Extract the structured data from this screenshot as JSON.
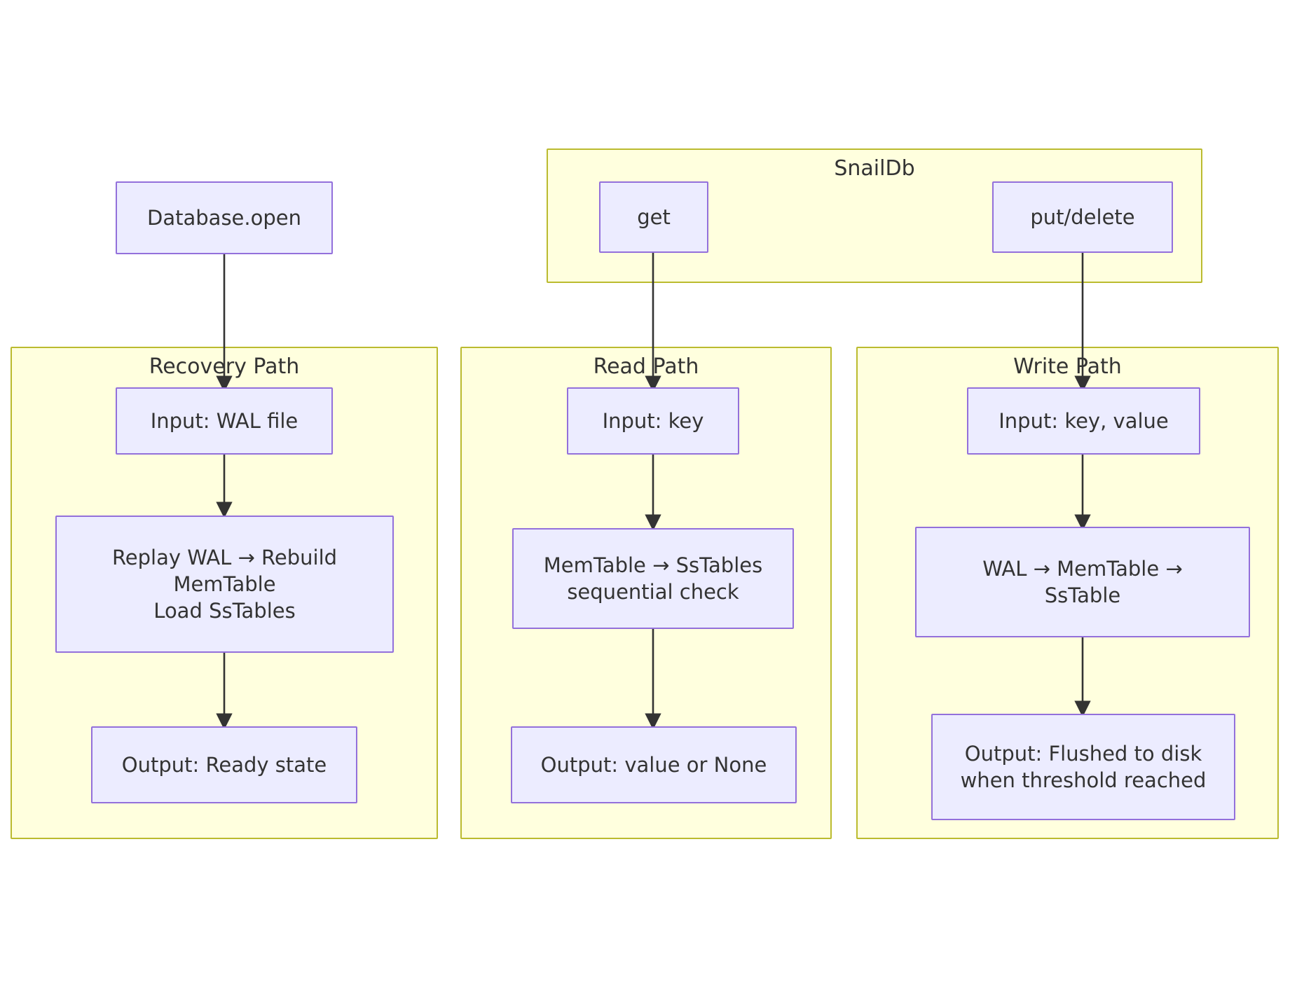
{
  "diagram": {
    "title": "SnailDb architecture flowchart",
    "colors": {
      "cluster_fill": "#ffffde",
      "cluster_stroke": "#bbbb2f",
      "node_fill": "#ececff",
      "node_stroke": "#9370db",
      "edge_stroke": "#333333",
      "text": "#333333",
      "background": "#ffffff"
    },
    "clusters": [
      {
        "id": "snaildb",
        "label": "SnailDb"
      },
      {
        "id": "recovery",
        "label": "Recovery Path"
      },
      {
        "id": "read",
        "label": "Read Path"
      },
      {
        "id": "write",
        "label": "Write Path"
      }
    ],
    "nodes": [
      {
        "id": "database-open",
        "label": "Database.open",
        "cluster": null
      },
      {
        "id": "get",
        "label": "get",
        "cluster": "snaildb"
      },
      {
        "id": "put-delete",
        "label": "put/delete",
        "cluster": "snaildb"
      },
      {
        "id": "recovery-input",
        "label": "Input: WAL file",
        "cluster": "recovery"
      },
      {
        "id": "recovery-process",
        "label": "Replay WAL → Rebuild MemTable\nLoad SsTables",
        "cluster": "recovery"
      },
      {
        "id": "recovery-output",
        "label": "Output: Ready state",
        "cluster": "recovery"
      },
      {
        "id": "read-input",
        "label": "Input: key",
        "cluster": "read"
      },
      {
        "id": "read-process",
        "label": "MemTable → SsTables sequential check",
        "cluster": "read"
      },
      {
        "id": "read-output",
        "label": "Output: value or None",
        "cluster": "read"
      },
      {
        "id": "write-input",
        "label": "Input: key, value",
        "cluster": "write"
      },
      {
        "id": "write-process",
        "label": "WAL → MemTable → SsTable",
        "cluster": "write"
      },
      {
        "id": "write-output",
        "label": "Output: Flushed to disk when threshold reached",
        "cluster": "write"
      }
    ],
    "edges": [
      {
        "from": "database-open",
        "to": "recovery-input"
      },
      {
        "from": "recovery-input",
        "to": "recovery-process"
      },
      {
        "from": "recovery-process",
        "to": "recovery-output"
      },
      {
        "from": "get",
        "to": "read-input"
      },
      {
        "from": "read-input",
        "to": "read-process"
      },
      {
        "from": "read-process",
        "to": "read-output"
      },
      {
        "from": "put-delete",
        "to": "write-input"
      },
      {
        "from": "write-input",
        "to": "write-process"
      },
      {
        "from": "write-process",
        "to": "write-output"
      }
    ],
    "labels": {
      "database_open": "Database.open",
      "get": "get",
      "put_delete": "put/delete",
      "snaildb": "SnailDb",
      "recovery_path": "Recovery Path",
      "read_path": "Read Path",
      "write_path": "Write Path",
      "recovery_input": "Input: WAL file",
      "recovery_process_line1": "Replay WAL → Rebuild",
      "recovery_process_line2": "MemTable",
      "recovery_process_line3": "Load SsTables",
      "recovery_output": "Output: Ready state",
      "read_input": "Input: key",
      "read_process_line1": "MemTable → SsTables",
      "read_process_line2": "sequential check",
      "read_output": "Output: value or None",
      "write_input": "Input: key, value",
      "write_process_line1": "WAL → MemTable →",
      "write_process_line2": "SsTable",
      "write_output_line1": "Output: Flushed to disk",
      "write_output_line2": "when threshold reached"
    }
  }
}
